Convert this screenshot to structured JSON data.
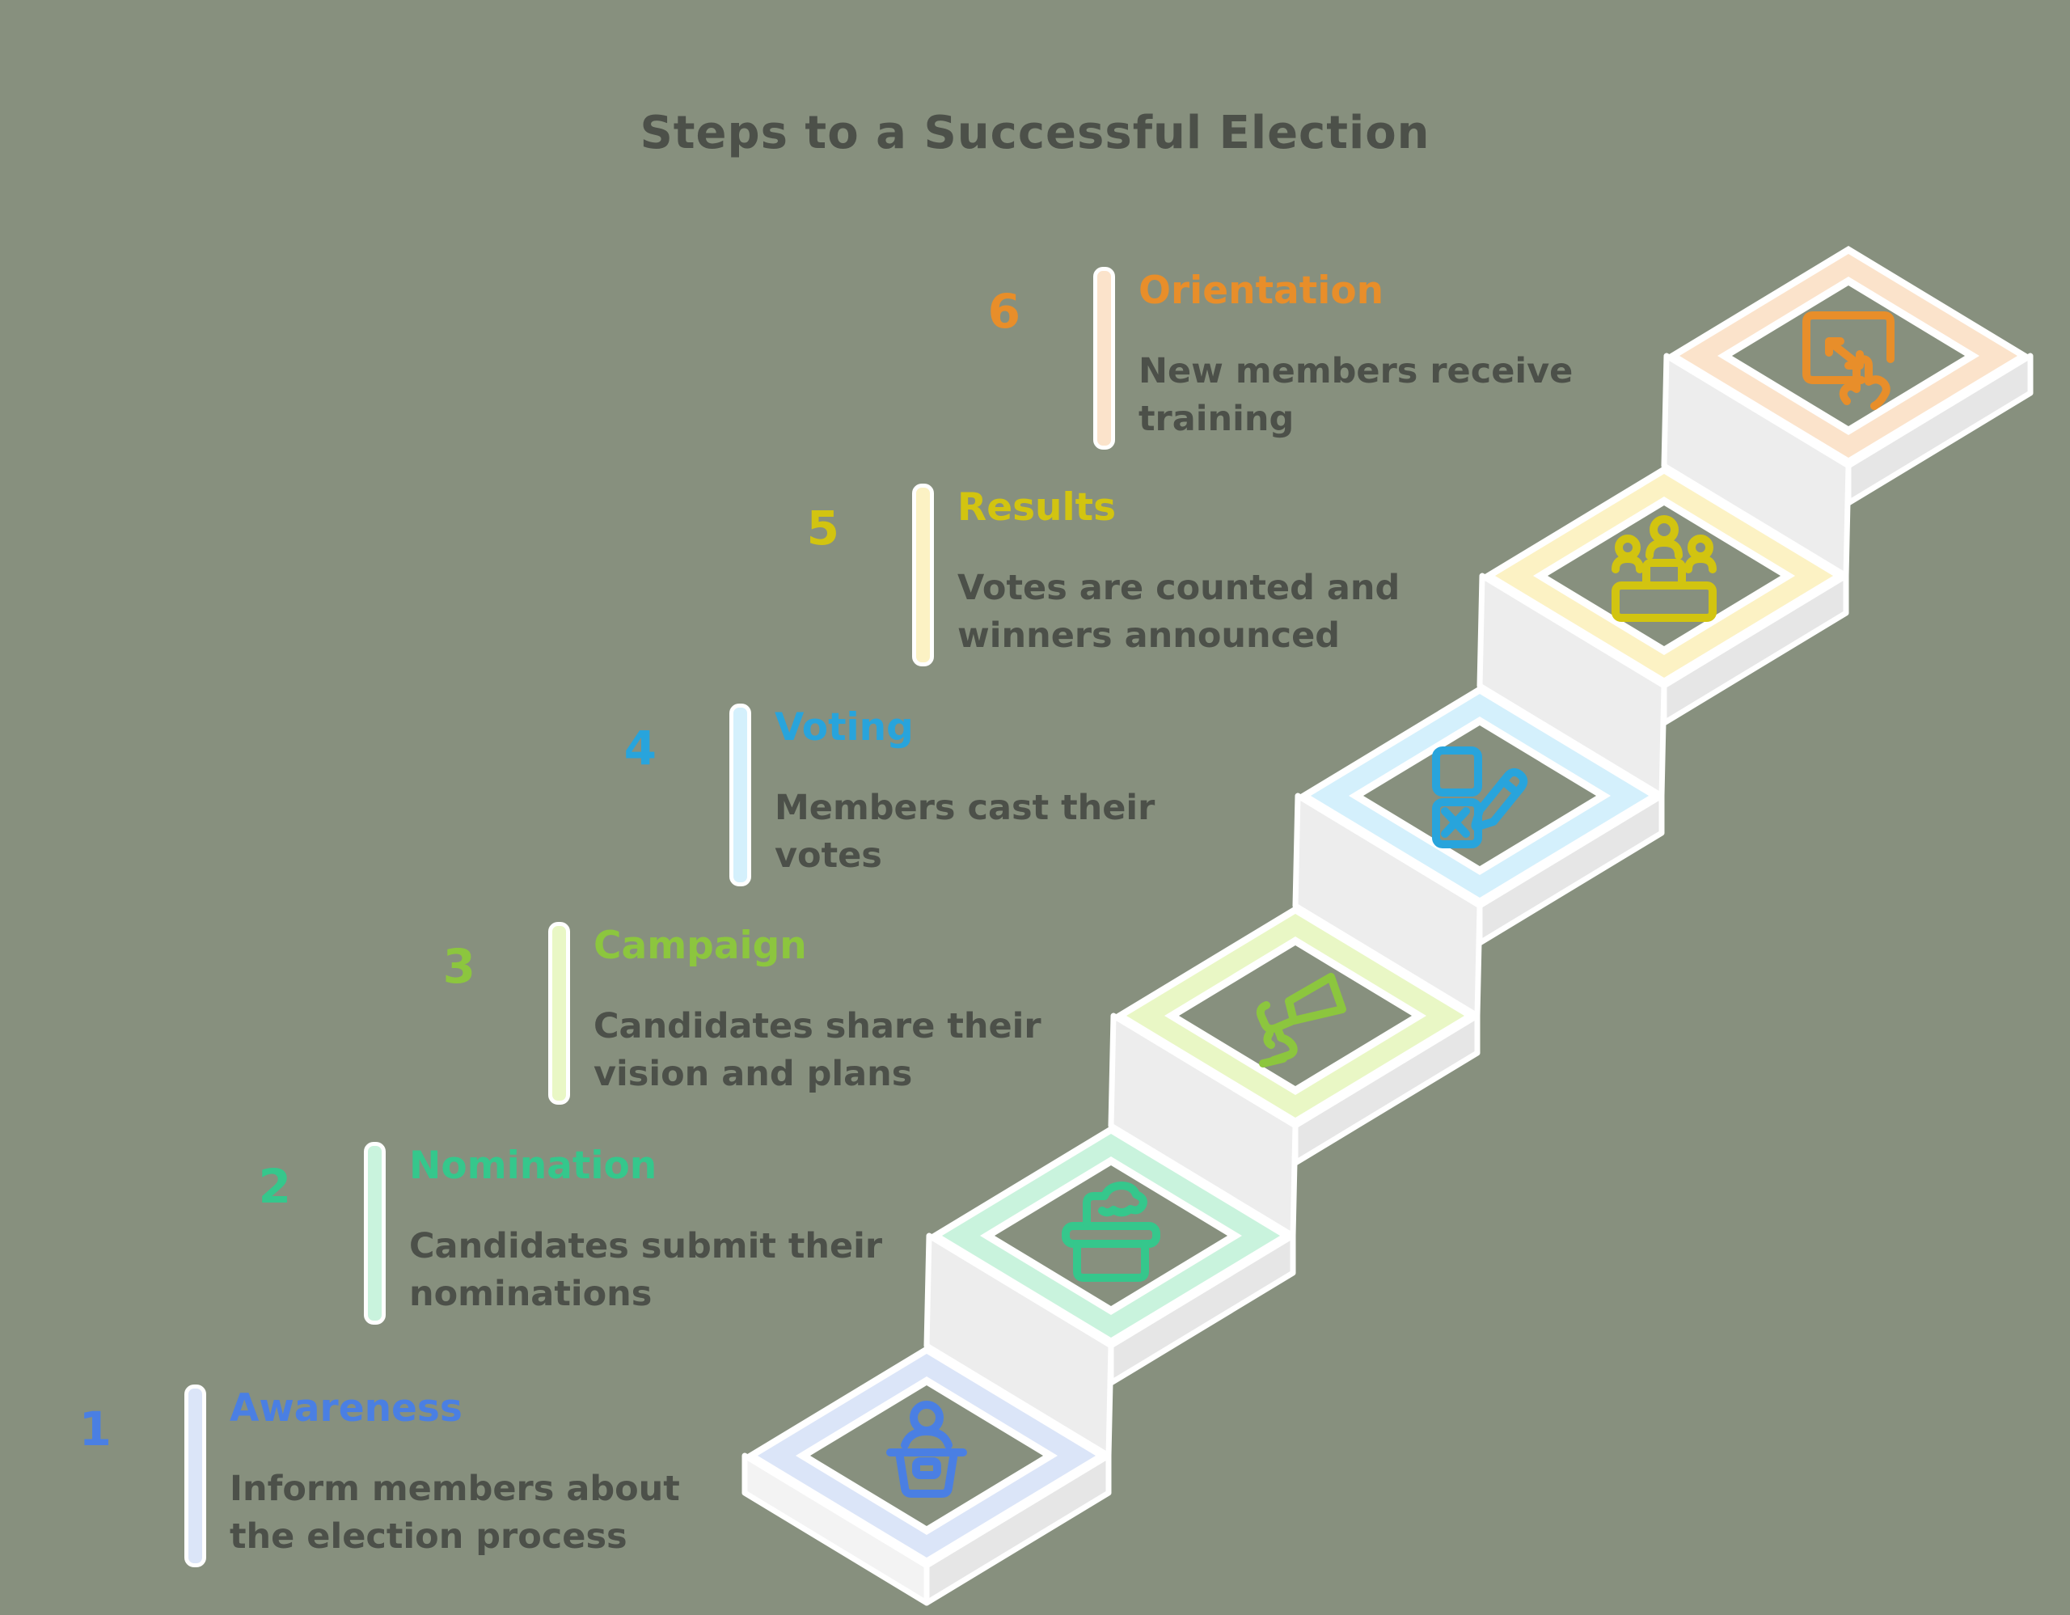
{
  "title": "Steps to a Successful Election",
  "background_color": "#87907e",
  "text_color": "#4c5049",
  "structure_colors": {
    "tile_outline_white": "#ffffff",
    "riser_gray": "#ededed",
    "edge_gray": "#e6e6e6"
  },
  "steps": [
    {
      "number": "1",
      "title": "Awareness",
      "description": "Inform members about the election process",
      "color": "#4a7fe3",
      "band_color": "#dbe5f8",
      "icon": "speaker-podium-icon"
    },
    {
      "number": "2",
      "title": "Nomination",
      "description": "Candidates submit their nominations",
      "color": "#35c78c",
      "band_color": "#c9f3dd",
      "icon": "ballot-box-hand-icon"
    },
    {
      "number": "3",
      "title": "Campaign",
      "description": "Candidates share their vision and plans",
      "color": "#8cc63e",
      "band_color": "#e9f7c5",
      "icon": "megaphone-icon"
    },
    {
      "number": "4",
      "title": "Voting",
      "description": "Members cast their votes",
      "color": "#28a4dc",
      "band_color": "#d4f0fc",
      "icon": "checkbox-pencil-icon"
    },
    {
      "number": "5",
      "title": "Results",
      "description": "Votes are counted and winners announced",
      "color": "#d2c410",
      "band_color": "#fcf2c4",
      "icon": "winners-podium-icon"
    },
    {
      "number": "6",
      "title": "Orientation",
      "description": "New members receive training",
      "color": "#e88e2a",
      "band_color": "#fbe3cb",
      "icon": "training-screen-icon"
    }
  ]
}
